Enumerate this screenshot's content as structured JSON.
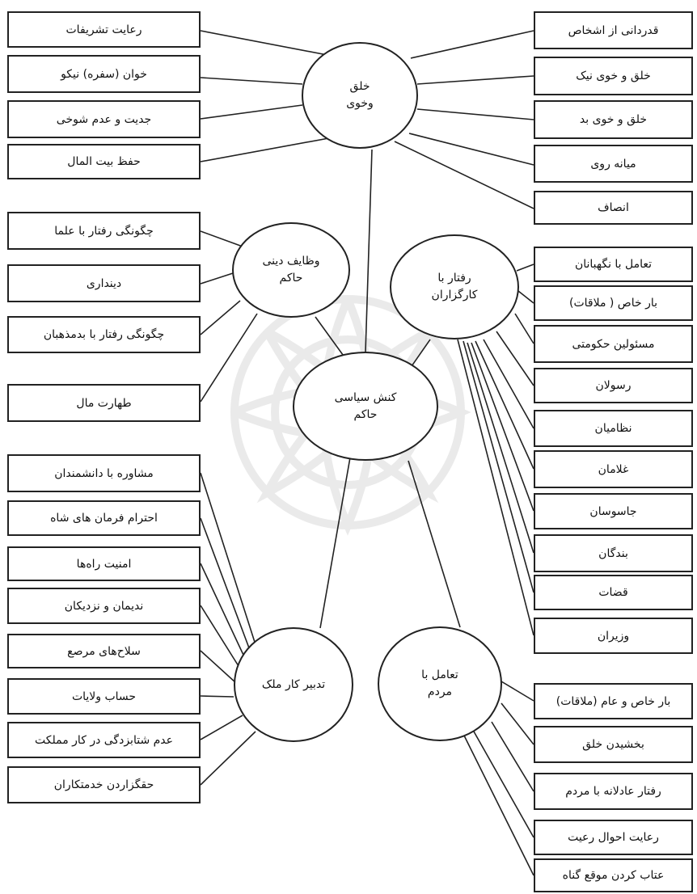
{
  "center": "کنش سیاسی حاکم",
  "nodes": {
    "khulq": "خلق وخوی",
    "dini": "وظایف دینی حاکم",
    "raftar": "رفتار با کارگزاران",
    "tadbir": "تدبیر کار ملک",
    "mardom": "تعامل با مردم"
  },
  "left_top": [
    "رعایت تشریفات",
    "خوان (سفره) نیکو",
    "جدیت و عدم شوخی",
    "حفظ بیت المال"
  ],
  "right_top": [
    "قدردانی از اشخاص",
    "خلق و خوی نیک",
    "خلق و خوی بد",
    "میانه روی",
    "انصاف"
  ],
  "left_mid": [
    "چگونگی رفتار با علما",
    "دینداری",
    "چگونگی رفتار با بدمذهبان",
    "طهارت مال"
  ],
  "right_mid": [
    "تعامل با نگهبانان",
    "بار خاص ( ملاقات)",
    "مسئولین حکومتی",
    "رسولان",
    "نظامیان",
    "غلامان",
    "جاسوسان",
    "بندگان",
    "قضات",
    "وزیران"
  ],
  "left_bottom": [
    "مشاوره با دانشمندان",
    "احترام فرمان های شاه",
    "امنیت راه‌ها",
    "ندیمان و نزدیکان",
    "سلاح‌های مرصع",
    "حساب ولایات",
    "عدم شتابزدگی در کار مملکت",
    "حقگزاردن خدمتکاران"
  ],
  "right_bottom": [
    "بار خاص و عام (ملاقات)",
    "بخشیدن خلق",
    "رفتار عادلانه با مردم",
    "رعایت احوال رعیت",
    "عتاب کردن موقع گناه"
  ]
}
